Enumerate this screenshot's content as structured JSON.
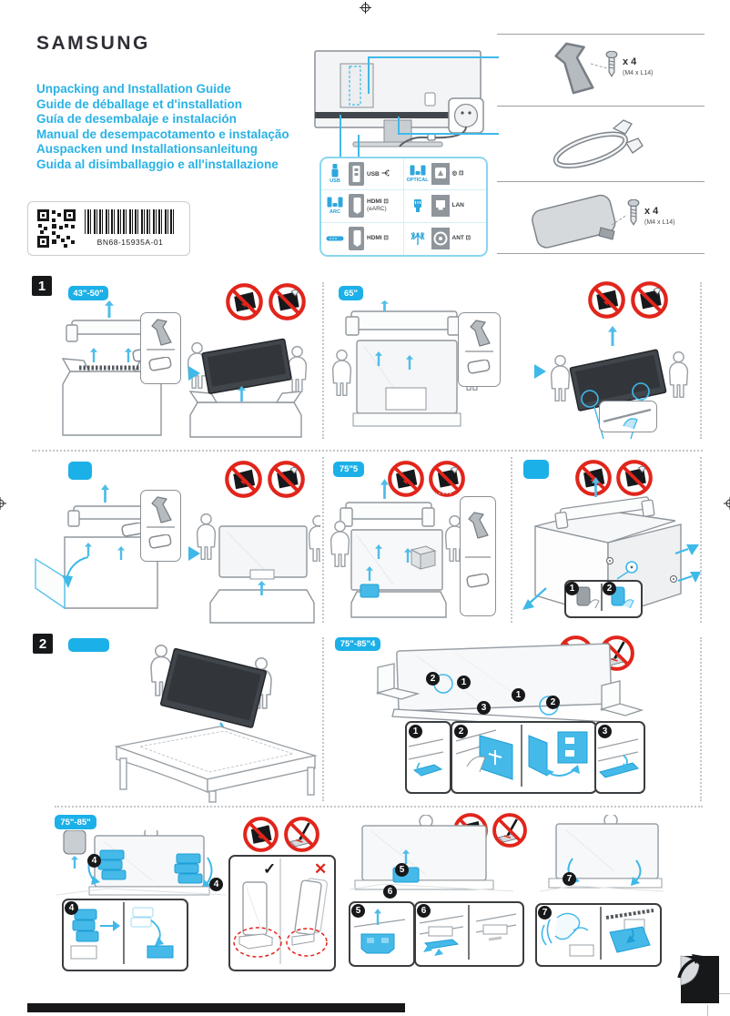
{
  "brand": "SAMSUNG",
  "titles": [
    "Unpacking and Installation Guide",
    "Guide de déballage et d'installation",
    "Guía de desembalaje e instalación",
    "Manual de desempacotamento e instalação",
    "Auspacken und Installationsanleitung",
    "Guida al disimballaggio e all'installazione"
  ],
  "label": {
    "part_number": "BN68-15935A-01"
  },
  "colors": {
    "accent": "#1cb0e8",
    "prohibition_red": "#e1251b",
    "ink": "#17181a"
  },
  "ports": {
    "left": [
      {
        "device_label": "USB",
        "label": "USB"
      },
      {
        "device_label": "ARC",
        "label": "HDMI ⊡",
        "sublabel": "(eARC)"
      },
      {
        "device_label": "",
        "label": "HDMI ⊡"
      }
    ],
    "right": [
      {
        "device_label": "OPTICAL",
        "label": "◎ ⊡"
      },
      {
        "device_label": "",
        "label": "LAN"
      },
      {
        "device_label": "",
        "label": "ANT ⊡"
      }
    ]
  },
  "parts": {
    "stand_neck": {
      "qty": "x 4",
      "spec": "(M4 x L14)"
    },
    "stand_base": {
      "qty": "x 4",
      "spec": "(M4 x L14)"
    }
  },
  "sections": {
    "one": {
      "number": "1",
      "badge_a": "43\"-50\"",
      "badge_b": "65\"",
      "badge_c": "",
      "badge_d": "75\"5",
      "badge_e": ""
    },
    "two": {
      "number": "2",
      "badge_a": "",
      "badge_b": "75\"-85\"4",
      "badge_c": "75\"-85\""
    }
  },
  "steps": {
    "n1": "1",
    "n2": "2",
    "n3": "3",
    "n4": "4",
    "n5": "5",
    "n6": "6",
    "n7": "7"
  },
  "marks": {
    "check": "✓",
    "cross": "✕"
  }
}
